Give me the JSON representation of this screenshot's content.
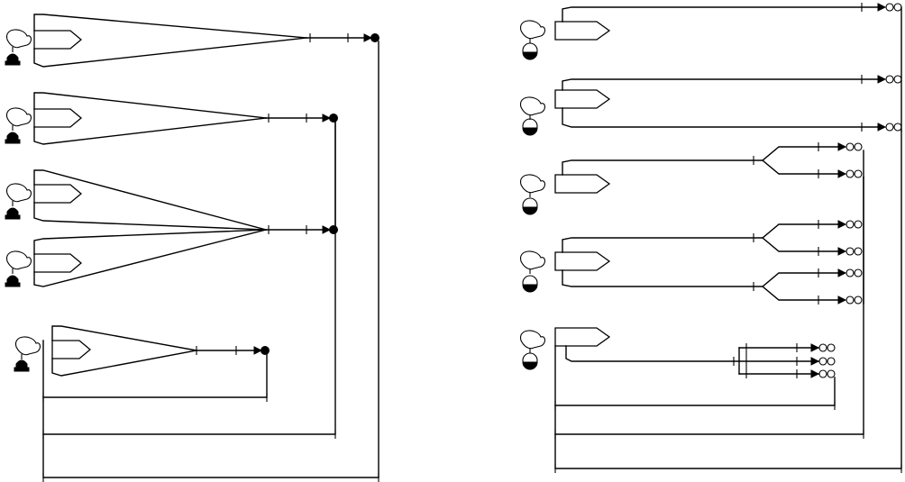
{
  "diagram": {
    "left_panel": {
      "units": [
        {
          "id": "L1",
          "branches": 1,
          "terminal": "blob"
        },
        {
          "id": "L2",
          "branches": 1,
          "terminal": "blob"
        },
        {
          "id": "L3",
          "branches": 1,
          "terminal": "blob"
        },
        {
          "id": "L4",
          "branches": 1,
          "terminal": "blob"
        },
        {
          "id": "L5",
          "branches": 1,
          "terminal": "blob"
        }
      ],
      "loops": 3
    },
    "right_panel": {
      "units": [
        {
          "id": "R1",
          "branches": 1,
          "terminal": "double-circle"
        },
        {
          "id": "R2",
          "branches": 2,
          "terminal": "double-circle"
        },
        {
          "id": "R3",
          "branches": 2,
          "terminal": "double-circle"
        },
        {
          "id": "R4",
          "branches": 4,
          "terminal": "double-circle"
        },
        {
          "id": "R5",
          "branches": 3,
          "terminal": "double-circle"
        }
      ],
      "loops": 3
    }
  }
}
